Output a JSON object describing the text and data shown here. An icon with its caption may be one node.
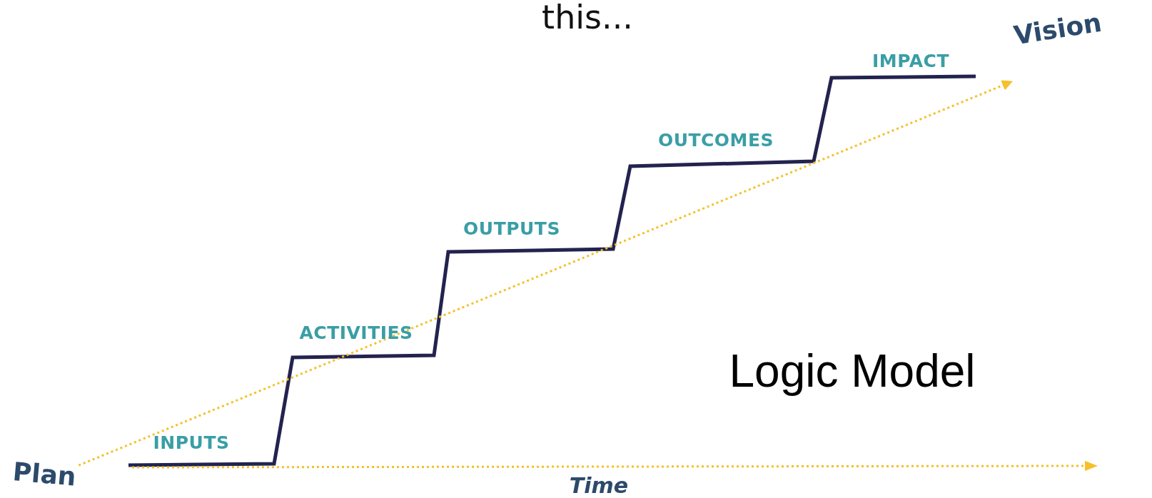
{
  "diagram": {
    "title": "this...",
    "nodes": [
      {
        "text": [
          "Plan"
        ]
      },
      {
        "text": [
          "Vision"
        ]
      }
    ],
    "edges": [
      {
        "from": 0,
        "to": 1,
        "arrow": "to",
        "style": "dashed",
        "color": "#f5c02a"
      }
    ],
    "labels": [
      "IMPACT",
      "OUTCOMES",
      "OUTPUTS",
      "ACTIVITIES",
      "INPUTS",
      "Logic Model",
      "Time"
    ]
  }
}
